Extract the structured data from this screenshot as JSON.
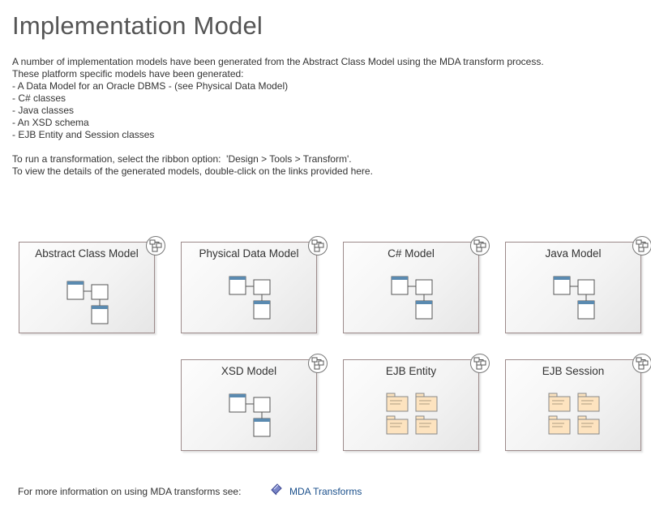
{
  "title": "Implementation Model",
  "description": {
    "lines": [
      "A number of implementation models have been generated from the Abstract Class Model using the MDA transform process.",
      "These platform specific models have been generated:",
      "- A Data Model for an Oracle DBMS - (see Physical Data Model)",
      "- C# classes",
      "- Java classes",
      "- An XSD schema",
      "- EJB Entity and Session classes"
    ],
    "instructions": [
      "To run a transformation, select the ribbon option:  'Design > Tools > Transform'.",
      "To view the details of the generated models, double-click on the links provided here."
    ]
  },
  "nodes": [
    {
      "label": "Abstract Class Model",
      "icon": "class-diagram-icon"
    },
    {
      "label": "Physical Data Model",
      "icon": "class-diagram-icon"
    },
    {
      "label": "C# Model",
      "icon": "class-diagram-icon"
    },
    {
      "label": "Java Model",
      "icon": "class-diagram-icon"
    },
    {
      "label": "XSD Model",
      "icon": "class-diagram-icon"
    },
    {
      "label": "EJB Entity",
      "icon": "package-diagram-icon"
    },
    {
      "label": "EJB Session",
      "icon": "package-diagram-icon"
    }
  ],
  "footer": {
    "text": "For more information on using MDA transforms see:",
    "link_label": "MDA Transforms",
    "link_icon": "help-book-icon"
  },
  "colors": {
    "title": "#555555",
    "class_header": "#5a8ab0",
    "package_fill": "#fde3bf",
    "link": "#1a4f8b"
  }
}
